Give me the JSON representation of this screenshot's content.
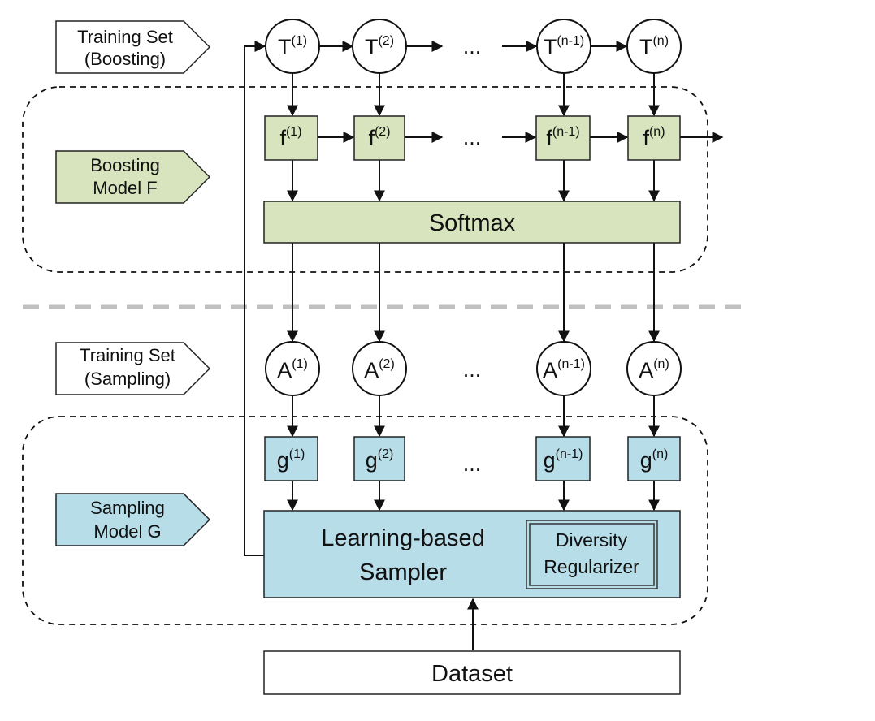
{
  "colors": {
    "green": "#d7e4bd",
    "blue": "#b7dde8",
    "separator": "#c0c0c0",
    "line": "#111111"
  },
  "labels": {
    "training_boosting": [
      "Training Set",
      "(Boosting)"
    ],
    "boosting_model": [
      "Boosting",
      "Model F"
    ],
    "training_sampling": [
      "Training Set",
      "(Sampling)"
    ],
    "sampling_model": [
      "Sampling",
      "Model G"
    ]
  },
  "t_nodes": [
    {
      "base": "T",
      "sup": "(1)"
    },
    {
      "base": "T",
      "sup": "(2)"
    },
    {
      "base": "T",
      "sup": "(n-1)"
    },
    {
      "base": "T",
      "sup": "(n)"
    }
  ],
  "f_nodes": [
    {
      "base": "f",
      "sup": "(1)"
    },
    {
      "base": "f",
      "sup": "(2)"
    },
    {
      "base": "f",
      "sup": "(n-1)"
    },
    {
      "base": "f",
      "sup": "(n)"
    }
  ],
  "a_nodes": [
    {
      "base": "A",
      "sup": "(1)"
    },
    {
      "base": "A",
      "sup": "(2)"
    },
    {
      "base": "A",
      "sup": "(n-1)"
    },
    {
      "base": "A",
      "sup": "(n)"
    }
  ],
  "g_nodes": [
    {
      "base": "g",
      "sup": "(1)"
    },
    {
      "base": "g",
      "sup": "(2)"
    },
    {
      "base": "g",
      "sup": "(n-1)"
    },
    {
      "base": "g",
      "sup": "(n)"
    }
  ],
  "ellipsis": "...",
  "softmax": "Softmax",
  "sampler": [
    "Learning-based",
    "Sampler"
  ],
  "regularizer": [
    "Diversity",
    "Regularizer"
  ],
  "dataset": "Dataset"
}
